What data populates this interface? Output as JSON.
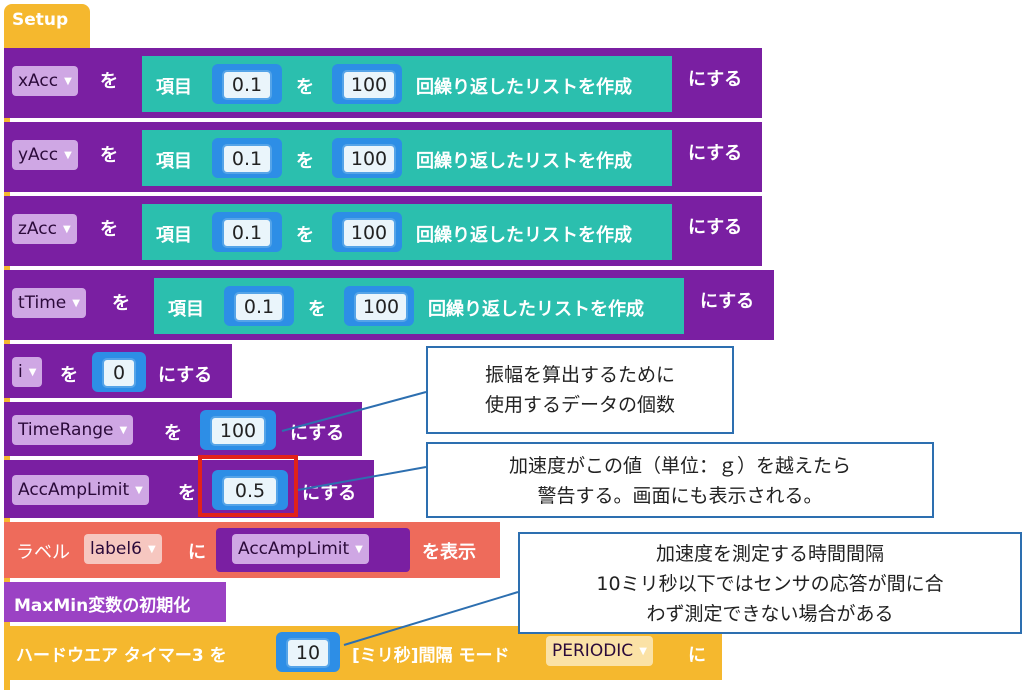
{
  "setup": {
    "label": "Setup"
  },
  "common": {
    "wo": "を",
    "ni_suru": "にする",
    "item_label": "項目",
    "repeat_label": "回繰り返したリストを作成",
    "ni": "に",
    "show": "を表示"
  },
  "rows": [
    {
      "var": "xAcc",
      "value": "0.1",
      "count": "100"
    },
    {
      "var": "yAcc",
      "value": "0.1",
      "count": "100"
    },
    {
      "var": "zAcc",
      "value": "0.1",
      "count": "100"
    },
    {
      "var": "tTime",
      "value": "0.1",
      "count": "100"
    }
  ],
  "i_row": {
    "var": "i",
    "value": "0"
  },
  "time_range_row": {
    "var": "TimeRange",
    "value": "100"
  },
  "acc_amp_row": {
    "var": "AccAmpLimit",
    "value": "0.5"
  },
  "label_row": {
    "prefix": "ラベル",
    "label": "label6",
    "var": "AccAmpLimit"
  },
  "maxmin_row": {
    "text": "MaxMin変数の初期化"
  },
  "timer_row": {
    "prefix": "ハードウエア タイマー3 を",
    "value": "10",
    "interval": "[ミリ秒]間隔 モード",
    "mode": "PERIODIC",
    "suffix": "に"
  },
  "notes": {
    "note1": [
      "振幅を算出するために",
      "使用するデータの個数"
    ],
    "note2": [
      "加速度がこの値（単位：ｇ）を越えたら",
      "警告する。画面にも表示される。"
    ],
    "note3": [
      "加速度を測定する時間間隔",
      "10ミリ秒以下ではセンサの応答が間に合",
      "わず測定できない場合がある"
    ]
  },
  "colors": {
    "purple": "#7a1fa2",
    "teal": "#2bbfae",
    "orange": "#f5b82e",
    "coral": "#ee6b5b",
    "blue": "#2d8ee6"
  }
}
